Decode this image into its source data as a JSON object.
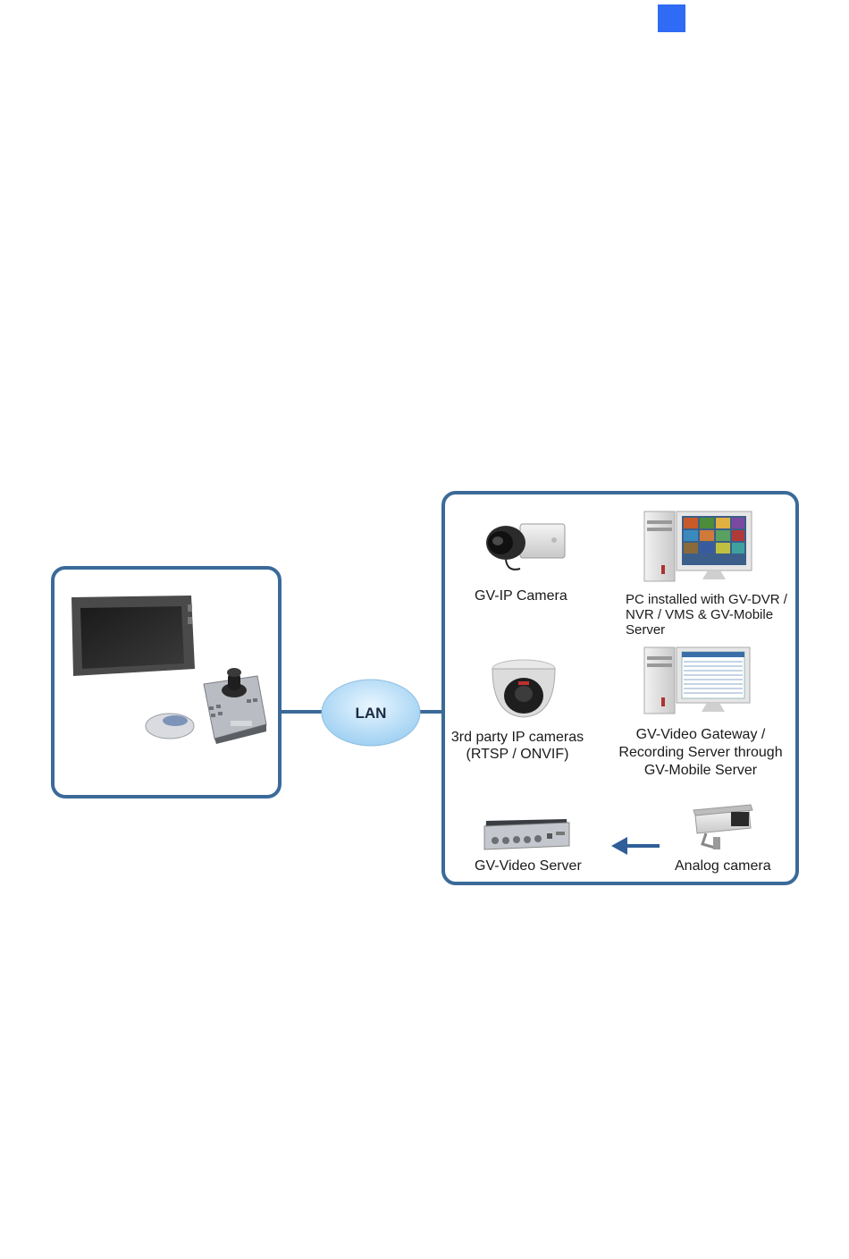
{
  "diagram": {
    "network_label": "LAN",
    "devices": {
      "gv_ip_camera": "GV-IP Camera",
      "pc_dvr": [
        "PC installed with GV-DVR /",
        "NVR / VMS & GV-Mobile",
        "Server"
      ],
      "third_party": [
        "3rd party IP cameras",
        "(RTSP / ONVIF)"
      ],
      "gateway": [
        "GV-Video Gateway /",
        "Recording Server through",
        "GV-Mobile Server"
      ],
      "video_server": "GV-Video Server",
      "analog_camera": "Analog camera"
    },
    "colors": {
      "frame": "#3b6a99",
      "lan_fill": "#bfe0f7",
      "arrow": "#2f5e98",
      "page_marker": "#2f6bf4"
    },
    "icons": [
      "monitor-icon",
      "ptz-keyboard-icon",
      "mouse-icon",
      "ip-camera-icon",
      "desktop-pc-icon",
      "dome-camera-icon",
      "video-server-icon",
      "analog-camera-icon"
    ]
  }
}
